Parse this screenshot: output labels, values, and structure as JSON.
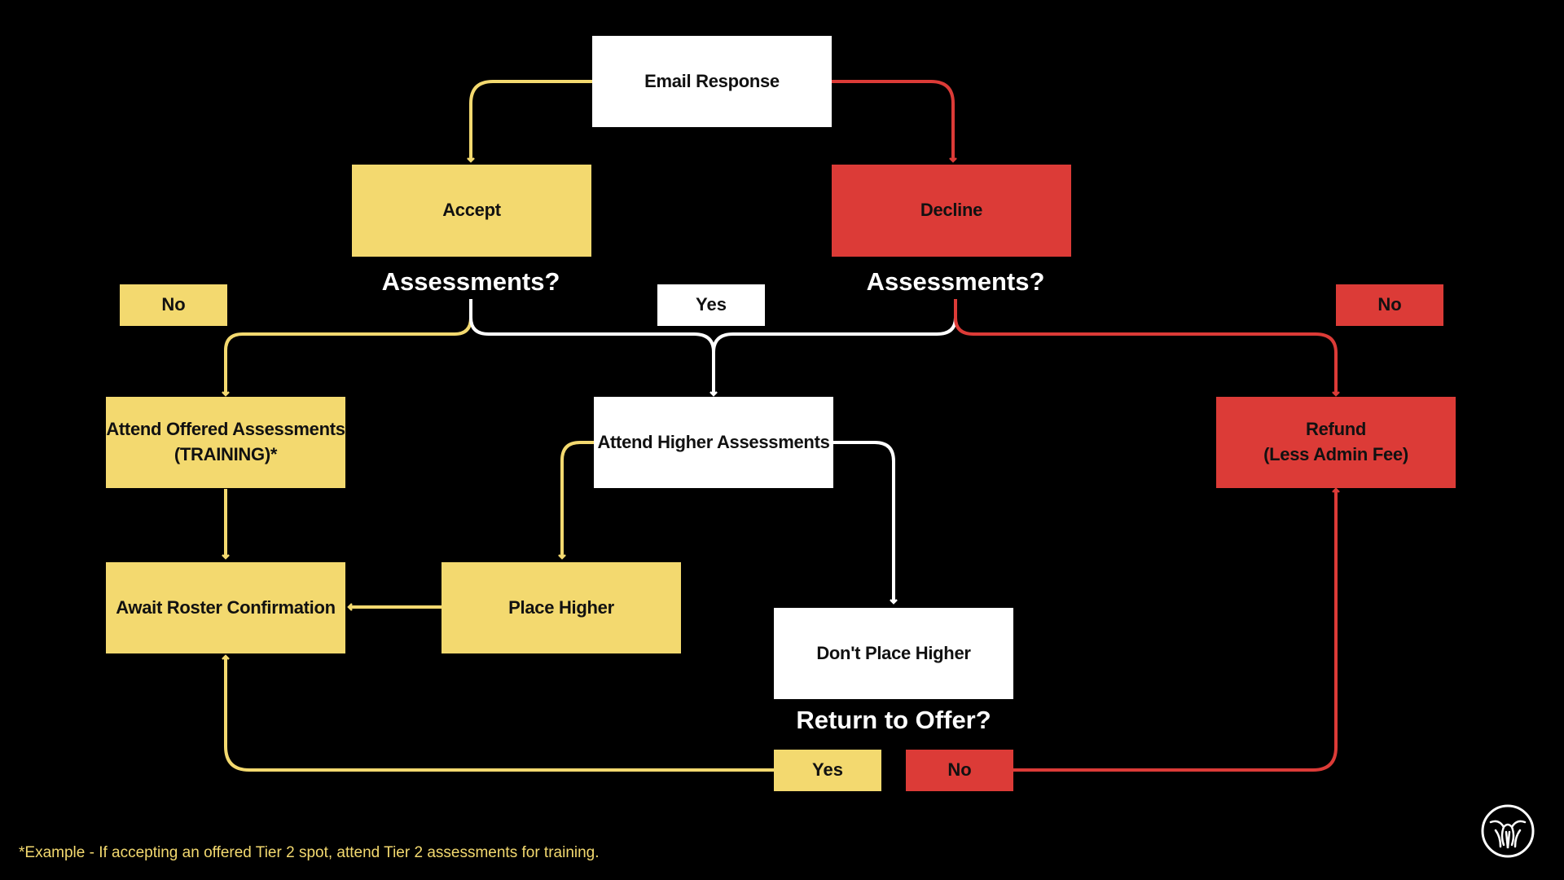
{
  "diagram": {
    "nodes": {
      "email_response": "Email Response",
      "accept": "Accept",
      "decline": "Decline",
      "attend_offered": [
        "Attend Offered Assessments",
        "(TRAINING)*"
      ],
      "attend_higher": "Attend Higher Assessments",
      "refund": [
        "Refund",
        "(Less Admin Fee)"
      ],
      "await_roster": "Await Roster Confirmation",
      "place_higher": "Place Higher",
      "dont_place_higher": "Don't Place Higher"
    },
    "questions": {
      "accept_assessments": "Assessments?",
      "decline_assessments": "Assessments?",
      "return_to_offer": "Return to Offer?"
    },
    "labels": {
      "no_left": "No",
      "yes_center": "Yes",
      "no_right": "No",
      "yes_return": "Yes",
      "no_return": "No"
    },
    "footnote": "*Example - If accepting an offered Tier 2 spot, attend Tier 2 assessments for training."
  },
  "colors": {
    "background": "#000000",
    "yellow": "#f3d96f",
    "red": "#dc3b37",
    "white": "#ffffff"
  },
  "icons": {
    "logo": "eagle-emblem-icon"
  }
}
